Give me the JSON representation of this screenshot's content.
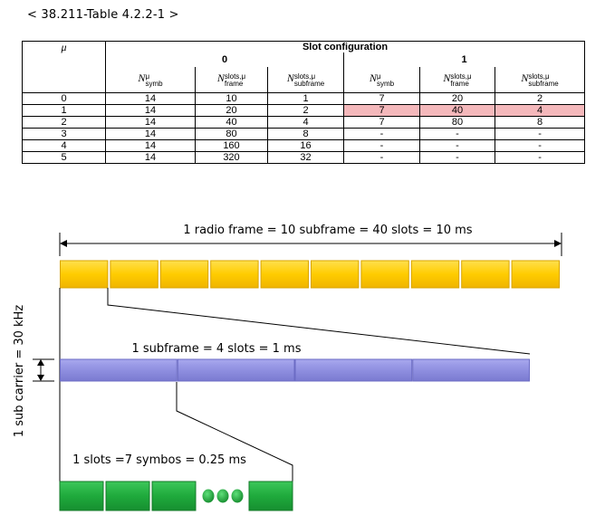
{
  "reference": "< 38.211-Table 4.2.2-1 >",
  "table": {
    "mu_header": "μ",
    "slot_config_header": "Slot configuration",
    "config_0": "0",
    "config_1": "1",
    "col_labels": {
      "symb": {
        "main": "N",
        "sup": "μ",
        "sub": "symb"
      },
      "frame": {
        "main": "N",
        "sup": "slots,μ",
        "sub": "frame"
      },
      "subframe": {
        "main": "N",
        "sup": "slots,μ",
        "sub": "subframe"
      }
    },
    "rows": [
      {
        "mu": "0",
        "c0": [
          "14",
          "10",
          "1"
        ],
        "c1": [
          "7",
          "20",
          "2"
        ],
        "highlight": false
      },
      {
        "mu": "1",
        "c0": [
          "14",
          "20",
          "2"
        ],
        "c1": [
          "7",
          "40",
          "4"
        ],
        "highlight": true
      },
      {
        "mu": "2",
        "c0": [
          "14",
          "40",
          "4"
        ],
        "c1": [
          "7",
          "80",
          "8"
        ],
        "highlight": false
      },
      {
        "mu": "3",
        "c0": [
          "14",
          "80",
          "8"
        ],
        "c1": [
          "-",
          "-",
          "-"
        ],
        "highlight": false
      },
      {
        "mu": "4",
        "c0": [
          "14",
          "160",
          "16"
        ],
        "c1": [
          "-",
          "-",
          "-"
        ],
        "highlight": false
      },
      {
        "mu": "5",
        "c0": [
          "14",
          "320",
          "32"
        ],
        "c1": [
          "-",
          "-",
          "-"
        ],
        "highlight": false
      }
    ]
  },
  "diagram": {
    "frame_label": "1 radio frame = 10 subframe = 40 slots = 10 ms",
    "subframe_label": "1 subframe = 4 slots = 1 ms",
    "slot_label": "1 slots =7 symbos = 0.25 ms",
    "carrier_label": "1 sub carrier = 30 kHz",
    "frame_blocks": 10,
    "subframe_blocks": 4,
    "slot_blocks_before_ellipsis": 3,
    "slot_blocks_after_ellipsis": 1,
    "colors": {
      "frame_fill": "#ffcc00",
      "frame_edge": "#d9a400",
      "subframe_fill": "#8f8fe0",
      "subframe_edge": "#6b6bc4",
      "slot_fill": "#1faa3c",
      "slot_edge": "#137a28"
    }
  }
}
